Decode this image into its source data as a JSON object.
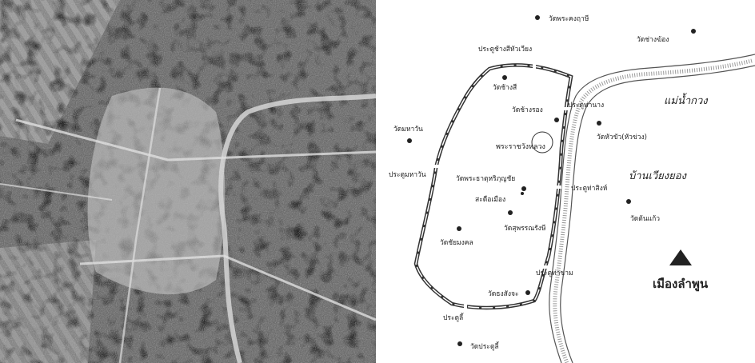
{
  "map": {
    "labels": {
      "wat_phra_khong_ruesi": "วัดพระคงฤาษี",
      "wat_chang_khong": "วัดช่างฆ้อง",
      "gate_chang_si_hua_wiang": "ประตูช้างสีหัวเวียง",
      "wat_chang_si": "วัดช้างสี",
      "wat_chang_rong": "วัดช้างรอง",
      "gate_tha_nang": "ประตูท่านาง",
      "mae_nam_kuang": "แม่น้ำกวง",
      "wat_hua_khua": "วัดหัวขัว(หัวข่วง)",
      "wat_maha_wan": "วัดมหาวัน",
      "royal_palace": "พระราชวังหลวง",
      "gate_maha_wan": "ประตูมหาวัน",
      "wat_phra_that": "วัดพระธาตุหริภุญชัย",
      "sadue_mueang": "สะดือเมือง",
      "gate_tha_sing": "ประตูท่าสิงห์",
      "ban_wiang_yong": "บ้านเวียงยอง",
      "wat_ton_kaew": "วัดต้นแก้ว",
      "wat_suphan": "วัดสุพรรณรังษี",
      "wat_chai_mongkhon": "วัดชัยมงคล",
      "gate_tha_kham": "ประตูท่าขาม",
      "wat_sangkhacha": "วัดธงสังจะ",
      "mueang_lamphun": "เมืองลำพูน",
      "gate_li": "ประตูลี้",
      "wat_pratu_li": "วัดประตูลี้"
    }
  }
}
